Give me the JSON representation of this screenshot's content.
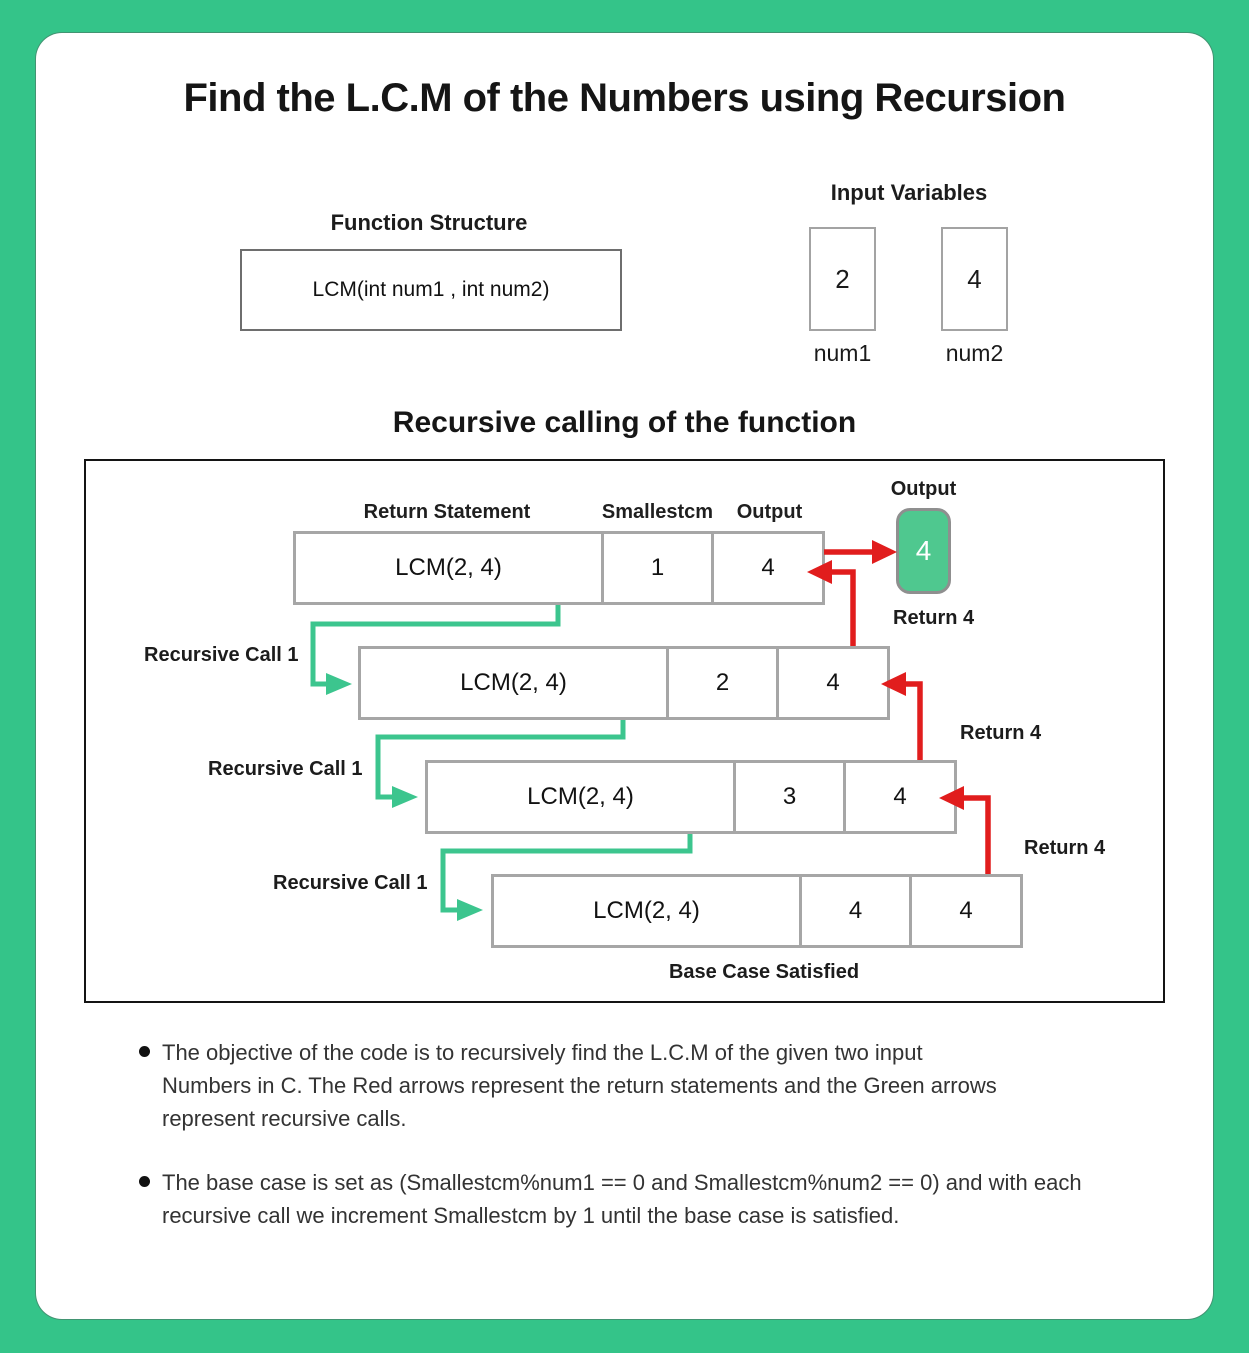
{
  "page": {
    "title": "Find the L.C.M of the Numbers using Recursion",
    "colors": {
      "background_green": "#34c489",
      "arrow_green": "#3cc58e",
      "arrow_red": "#e11d1d",
      "output_pill_green": "#4fc88f"
    }
  },
  "function_structure": {
    "label": "Function Structure",
    "signature": "LCM(int num1 , int num2)"
  },
  "input_variables": {
    "label": "Input Variables",
    "vars": [
      {
        "value": "2",
        "name": "num1"
      },
      {
        "value": "4",
        "name": "num2"
      }
    ]
  },
  "diagram": {
    "heading": "Recursive calling of the function",
    "column_headers": {
      "return_statement": "Return Statement",
      "smallestcm": "Smallestcm",
      "output": "Output"
    },
    "rows": [
      {
        "call": "LCM(2, 4)",
        "smallestcm": "1",
        "output": "4"
      },
      {
        "call": "LCM(2, 4)",
        "smallestcm": "2",
        "output": "4"
      },
      {
        "call": "LCM(2, 4)",
        "smallestcm": "3",
        "output": "4"
      },
      {
        "call": "LCM(2, 4)",
        "smallestcm": "4",
        "output": "4"
      }
    ],
    "recursive_call_labels": [
      "Recursive Call 1",
      "Recursive Call 1",
      "Recursive Call 1"
    ],
    "return_labels": [
      "Return 4",
      "Return 4",
      "Return 4"
    ],
    "final_output": {
      "label": "Output",
      "value": "4",
      "return_label": "Return 4"
    },
    "base_case": "Base Case Satisfied"
  },
  "notes": [
    {
      "lines": [
        "The objective of the code is to recursively find the L.C.M of the given two input",
        "Numbers in C. The Red arrows represent the return statements and the Green arrows",
        "represent recursive calls."
      ]
    },
    {
      "lines": [
        "The base case is set as (Smallestcm%num1 == 0 and Smallestcm%num2 == 0) and with each",
        "recursive call we increment Smallestcm by 1 until the base case is satisfied."
      ]
    }
  ]
}
